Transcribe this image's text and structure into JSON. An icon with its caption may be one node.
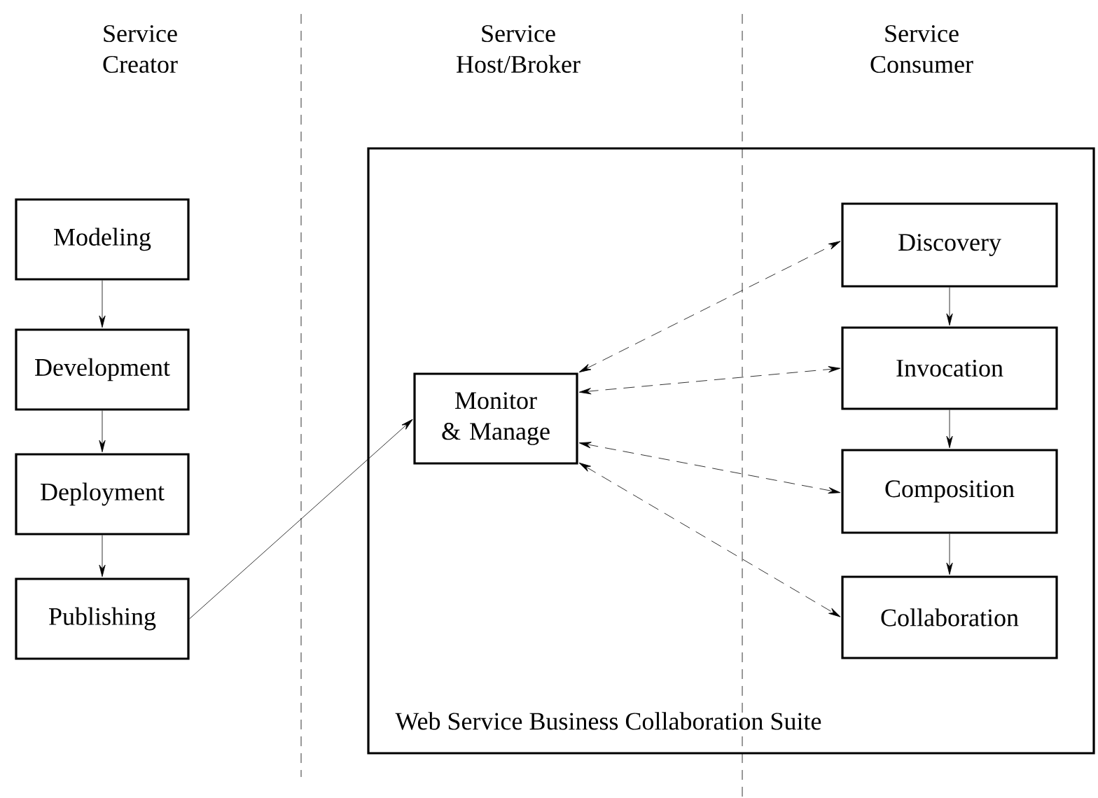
{
  "diagram": {
    "nodes": [
      {
        "text": [
          "Modeling"
        ]
      },
      {
        "text": [
          "Development"
        ]
      },
      {
        "text": [
          "Deployment"
        ]
      },
      {
        "text": [
          "Publishing"
        ]
      },
      {
        "text": [
          "Web Service Business Collaboration Suite"
        ]
      },
      {
        "text": [
          "Monitor & Manage"
        ],
        "in": 4
      },
      {
        "text": [
          "Discovery"
        ],
        "in": 4
      },
      {
        "text": [
          "Invocation"
        ],
        "in": 4
      },
      {
        "text": [
          "Composition"
        ],
        "in": 4
      },
      {
        "text": [
          "Collaboration"
        ],
        "in": 4
      }
    ],
    "edges": [
      {
        "from": 0,
        "to": 1,
        "arrow": "to"
      },
      {
        "from": 1,
        "to": 2,
        "arrow": "to"
      },
      {
        "from": 2,
        "to": 3,
        "arrow": "to"
      },
      {
        "from": 3,
        "to": 5,
        "arrow": "to"
      },
      {
        "from": 5,
        "to": 6,
        "arrow": "both",
        "style": "dashed"
      },
      {
        "from": 5,
        "to": 7,
        "arrow": "both",
        "style": "dashed"
      },
      {
        "from": 5,
        "to": 8,
        "arrow": "both",
        "style": "dashed"
      },
      {
        "from": 5,
        "to": 9,
        "arrow": "both",
        "style": "dashed"
      },
      {
        "from": 6,
        "to": 7,
        "arrow": "to"
      },
      {
        "from": 7,
        "to": 8,
        "arrow": "to"
      },
      {
        "from": 8,
        "to": 9,
        "arrow": "to"
      }
    ],
    "labels": [
      "Service Creator",
      "Service Host/Broker",
      "Service Consumer"
    ]
  }
}
